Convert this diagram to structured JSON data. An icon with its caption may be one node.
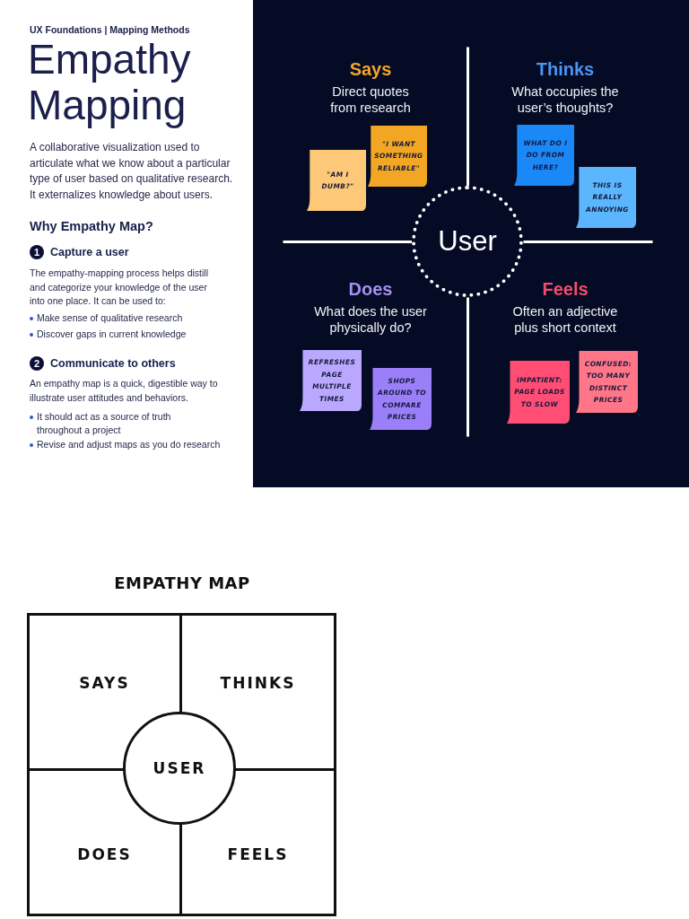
{
  "diagram": {
    "title": "Empathy Mapping",
    "nodes": [
      {
        "text": [
          "1"
        ]
      },
      {
        "text": [
          "2"
        ]
      },
      {
        "text": [
          "Says",
          "Direct quotes from research",
          "Thinks",
          "What occupies the user’s thoughts?",
          "Does",
          "What does the user physically do?",
          "Feels",
          "Often an adjective plus short context"
        ]
      },
      {
        "text": [
          "\"I WANT SOMETHING RELIABLE\""
        ],
        "in": 2
      },
      {
        "text": [
          "\"AM I DUMB?\""
        ],
        "in": 2
      },
      {
        "text": [
          "WHAT DO I DO FROM HERE?"
        ],
        "in": 2
      },
      {
        "text": [
          "THIS IS REALLY ANNOYING"
        ],
        "in": 2
      },
      {
        "text": [
          "User"
        ],
        "in": 2
      },
      {
        "text": [
          "REFRESHES PAGE MULTIPLE TIMES"
        ],
        "in": 2
      },
      {
        "text": [
          "SHOPS AROUND TO COMPARE PRICES"
        ],
        "in": 2
      },
      {
        "text": [
          "IMPATIENT: PAGE LOADS TO SLOW"
        ],
        "in": 2
      },
      {
        "text": [
          "CONFUSED: TOO MANY DISTINCT PRICES"
        ],
        "in": 2
      },
      {
        "text": [
          "EMPATHY MAP"
        ]
      },
      {
        "text": [
          "SAYS"
        ],
        "in": 12
      },
      {
        "text": [
          "THINKS"
        ],
        "in": 12
      },
      {
        "text": [
          "USER"
        ],
        "in": 12
      },
      {
        "text": [
          "DOES"
        ],
        "in": 12
      },
      {
        "text": [
          "FEELS"
        ],
        "in": 12
      }
    ],
    "labels": [
      "UX Foundations | Mapping Methods",
      "A collaborative visualization used to articulate what we know about a particular type of user based on qualitative research. It externalizes knowledge about users.",
      "Why Empathy Map?",
      "Capture a user",
      "The empathy-mapping process helps distill and categorize your knowledge of the user into one place. It can be used to:",
      "Make sense of qualitative research",
      "Discover gaps in current knowledge",
      "Communicate to others",
      "An empathy map is a quick, digestible way to illustrate user attitudes and behaviors.",
      "It should act as a source of truth throughout a project",
      "Revise and adjust maps as you do research"
    ]
  }
}
